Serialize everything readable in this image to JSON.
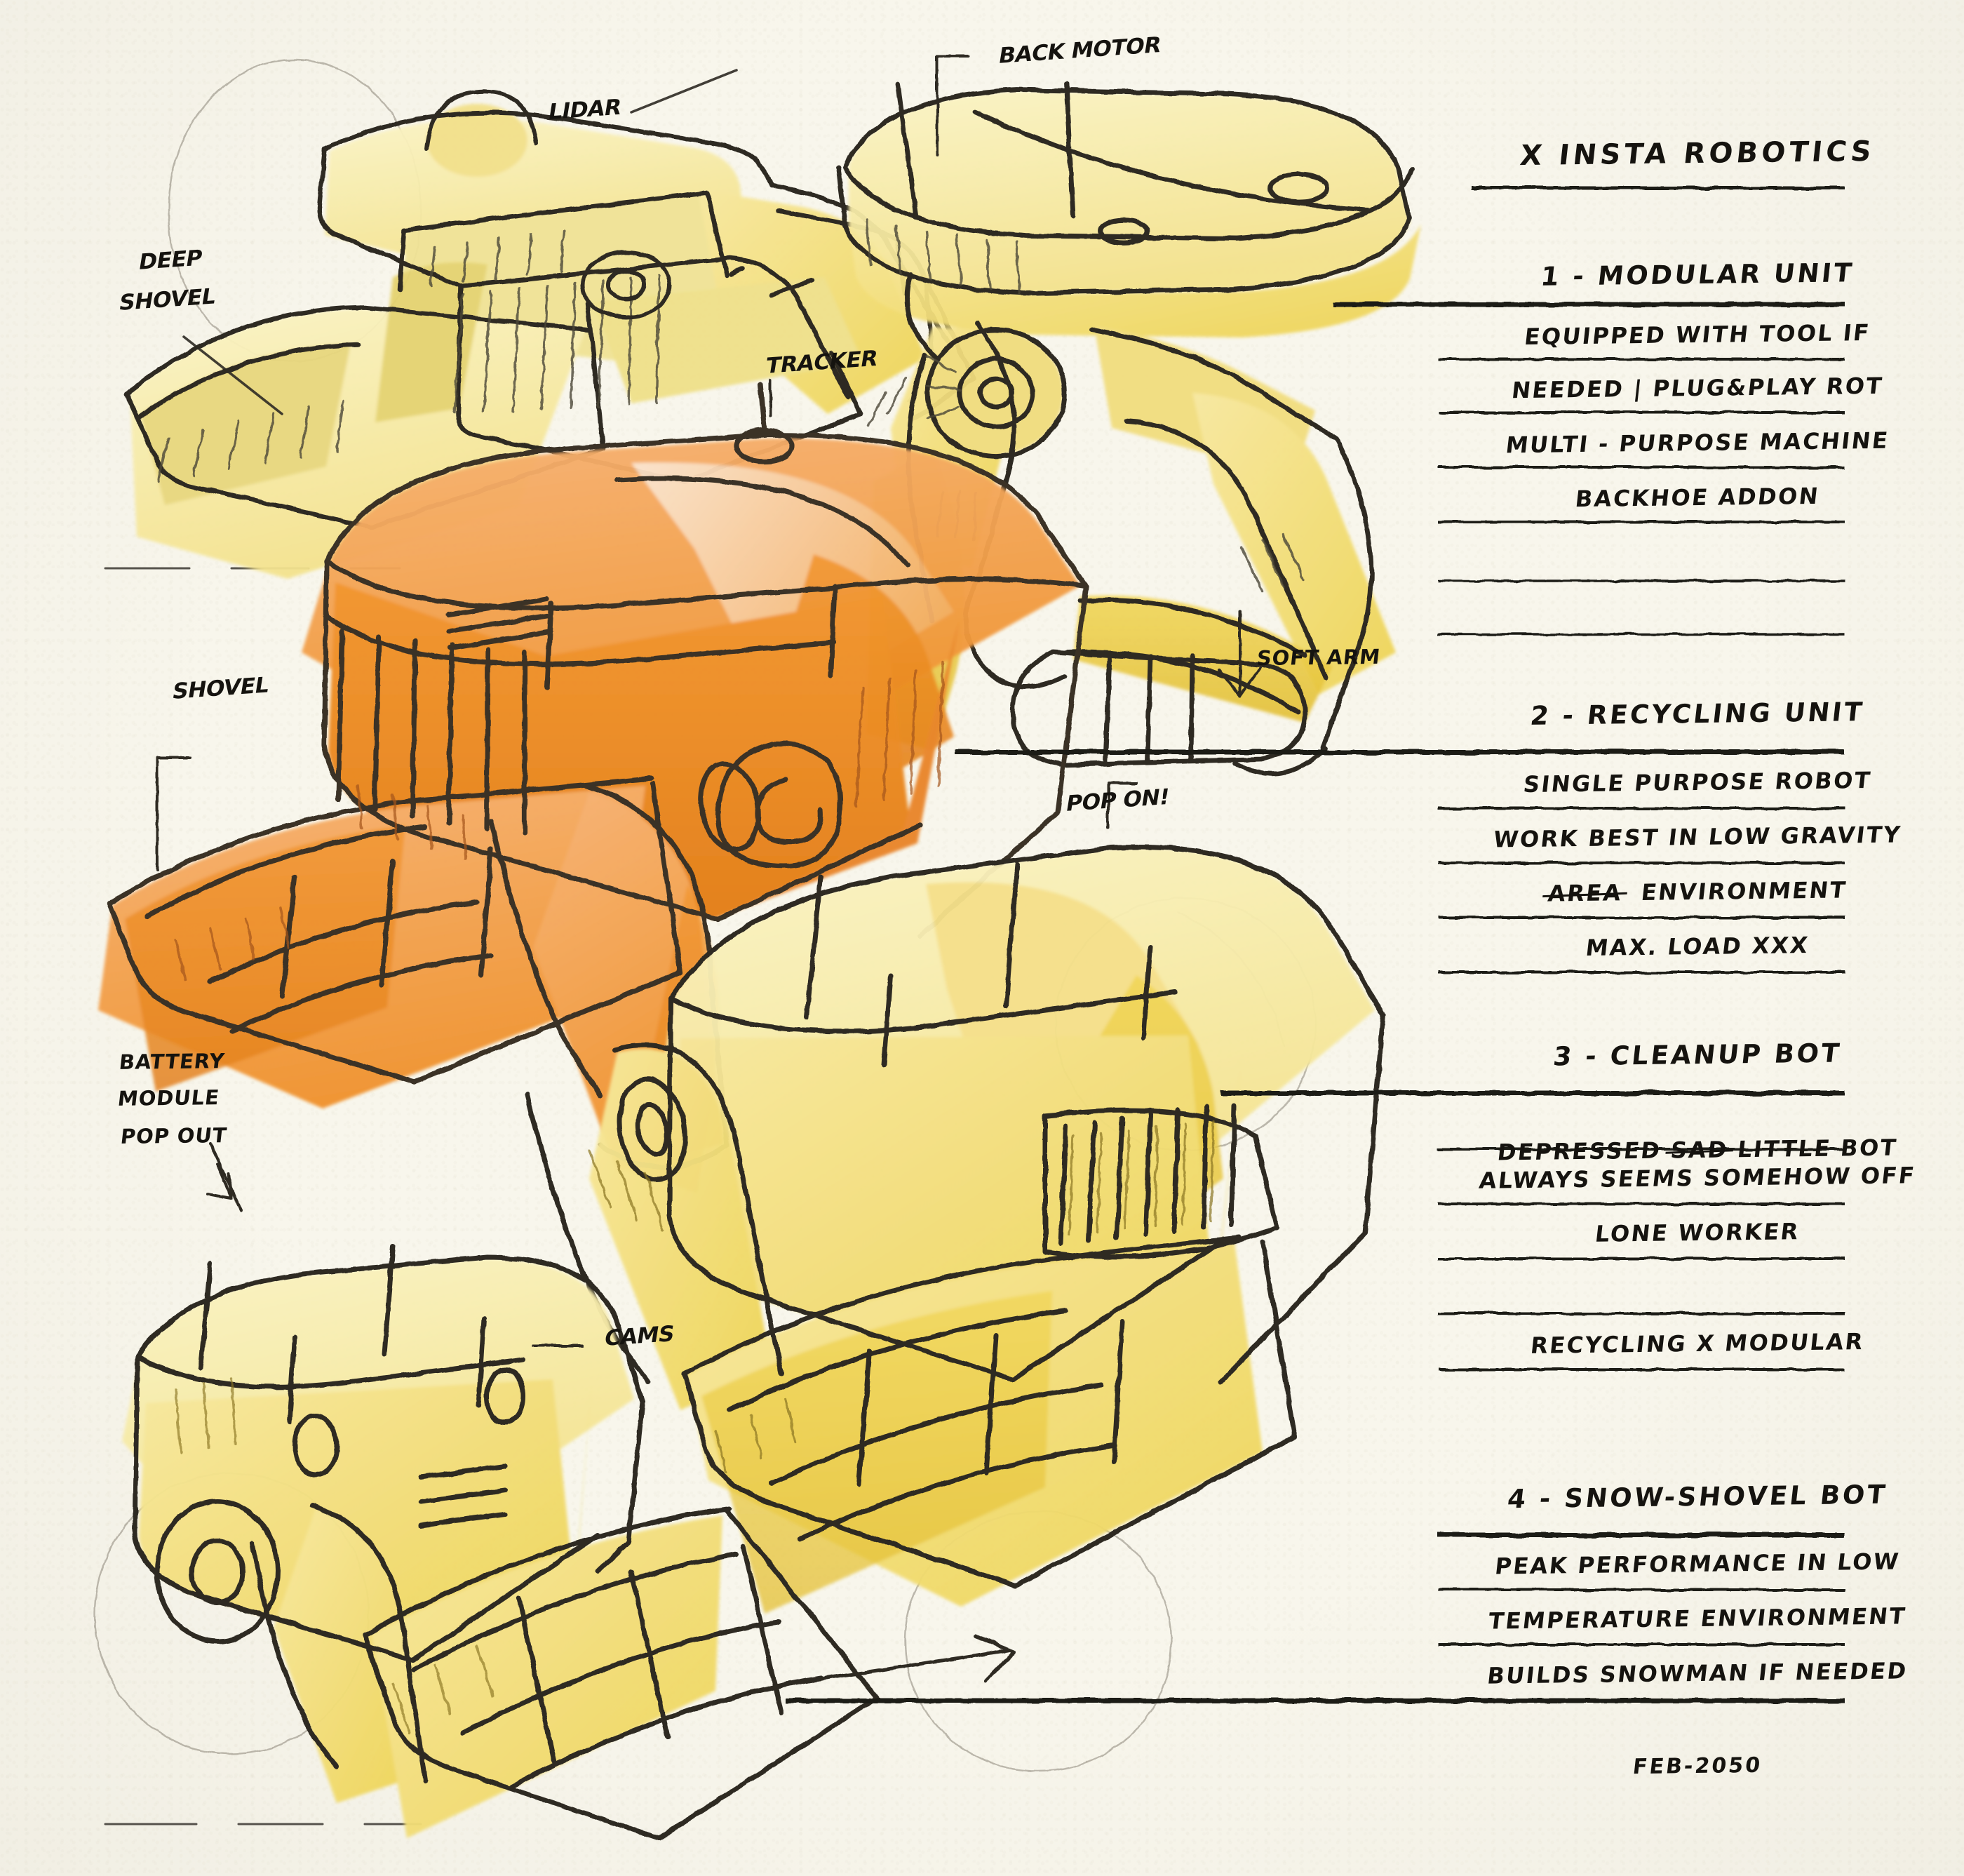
{
  "sheet": {
    "paper_color": "#f8f6ec",
    "ink_color": "#15130f",
    "yellow": "#f4e59a",
    "yellow_deep": "#f2d040",
    "orange": "#f2a152",
    "orange_deep": "#f58a1f",
    "date": "FEB-2050"
  },
  "spec": {
    "brand": "X  INSTA ROBOTICS",
    "sections": [
      {
        "title": "1 - MODULAR UNIT",
        "lines": [
          "EQUIPPED  WITH  TOOL  IF",
          "NEEDED | PLUG&PLAY ROT",
          "MULTI - PURPOSE MACHINE",
          "BACKHOE ADDON"
        ]
      },
      {
        "title": "2 - RECYCLING UNIT",
        "lines": [
          "SINGLE PURPOSE ROBOT",
          "WORK BEST IN LOW GRAVITY",
          "ENVIRONMENT",
          "MAX. LOAD  XXX"
        ],
        "struck_word": "AREA",
        "struck_on_line": 2
      },
      {
        "title": "3 - CLEANUP BOT",
        "lines": [
          "DEPRESSED",
          "LITTLE BOT",
          "ALWAYS SEEMS SOMEHOW OFF",
          "LONE WORKER"
        ],
        "struck_word": "SAD"
      },
      {
        "title": "RECYCLING  X  MODULAR",
        "lines": []
      },
      {
        "title": "4 - SNOW-SHOVEL BOT",
        "lines": [
          "PEAK PERFORMANCE IN LOW",
          "TEMPERATURE ENVIRONMENT",
          "BUILDS SNOWMAN IF NEEDED"
        ]
      }
    ]
  },
  "callouts": {
    "lidar": "LIDAR",
    "back_motor": "BACK MOTOR",
    "deep_shovel_1": "DEEP",
    "deep_shovel_2": "SHOVEL",
    "tracker": "TRACKER",
    "soft_arm": "SOFT ARM",
    "shovel": "SHOVEL",
    "pop_on": "POP ON!",
    "battery_1": "BATTERY",
    "battery_2": "MODULE",
    "battery_3": "POP OUT",
    "cams": "CAMS"
  },
  "drawings": [
    {
      "name": "deep-shovel-bot",
      "color": "yellow"
    },
    {
      "name": "modular-unit-bot",
      "color": "yellow"
    },
    {
      "name": "recycling-unit-bot",
      "color": "orange"
    },
    {
      "name": "cleanup-bot",
      "color": "yellow"
    },
    {
      "name": "snow-shovel-bot",
      "color": "yellow"
    }
  ]
}
